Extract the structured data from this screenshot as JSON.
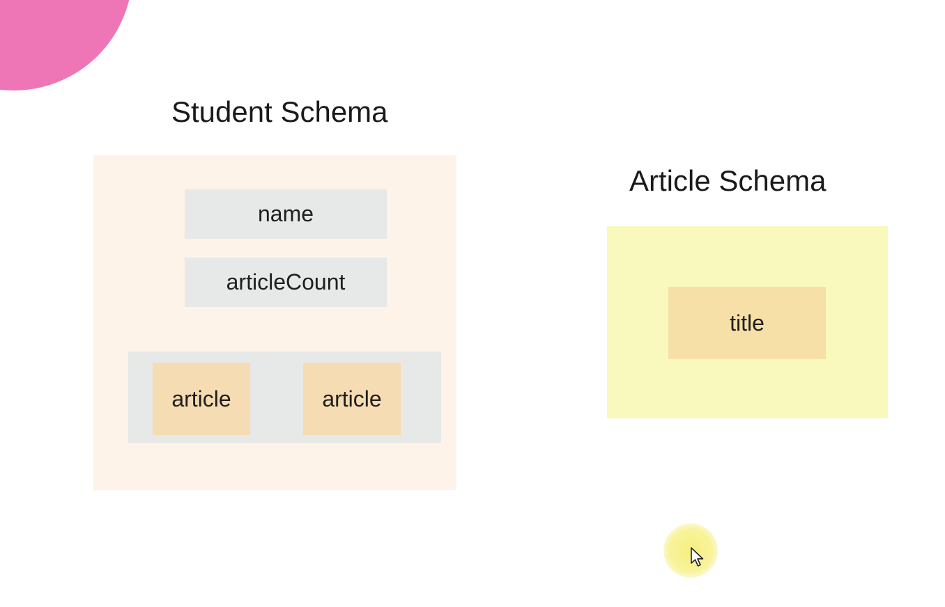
{
  "student_schema": {
    "title": "Student Schema",
    "fields": {
      "name": "name",
      "count": "articleCount"
    },
    "article_refs": [
      "article",
      "article"
    ]
  },
  "article_schema": {
    "title": "Article Schema",
    "fields": {
      "title": "title"
    }
  },
  "colors": {
    "student_box": "#fdf3e8",
    "article_box": "#f9f8bd",
    "field_gray": "#e7e9e8",
    "article_ref": "#f6dcb3",
    "title_field": "#f7dfa8",
    "decoration": "#ee76b6"
  },
  "icons": {
    "cursor": "mouse-pointer-icon"
  }
}
